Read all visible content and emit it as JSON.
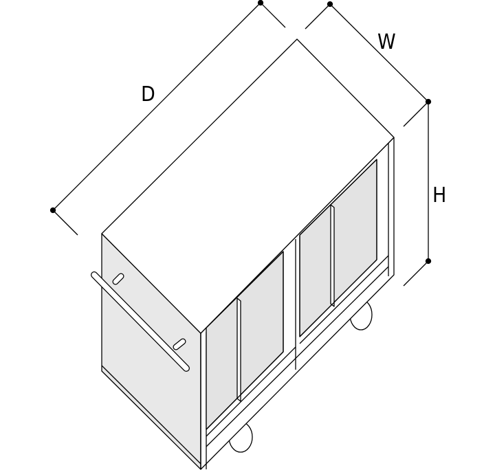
{
  "diagram": {
    "dimension_labels": {
      "depth": "D",
      "width": "W",
      "height": "H"
    },
    "colors": {
      "line": "#000000",
      "panel": "#e3e3e3",
      "top": "#ffffff"
    }
  }
}
